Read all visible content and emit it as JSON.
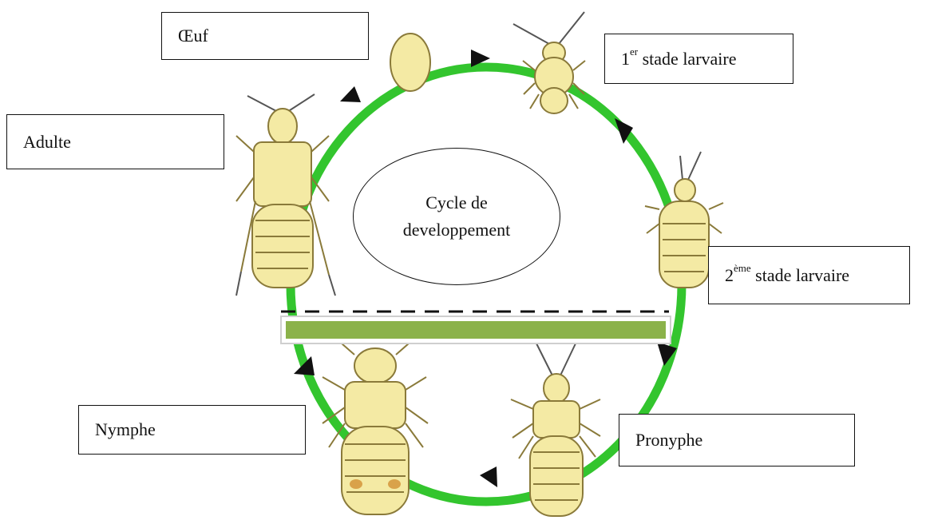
{
  "center": {
    "line1": "Cycle de",
    "line2": "developpement"
  },
  "stages": {
    "egg": {
      "label": "Œuf"
    },
    "larva1": {
      "number": "1",
      "suffix": "er",
      "text": " stade larvaire"
    },
    "adult": {
      "label": "Adulte"
    },
    "larva2": {
      "number": "2",
      "suffix": "ème",
      "text": " stade larvaire"
    },
    "nymph": {
      "label": "Nymphe"
    },
    "pronymph": {
      "label": "Pronyphe"
    }
  },
  "colors": {
    "cycle_ring": "#33c52e",
    "insect_body": "#f4eaa4",
    "insect_outline": "#8a7a3a",
    "bar": "#8bb24a",
    "arrow": "#111111"
  },
  "icons": [
    "egg-icon",
    "larva1-icon",
    "larva2-icon",
    "pronymph-icon",
    "nymph-icon",
    "adult-icon"
  ]
}
